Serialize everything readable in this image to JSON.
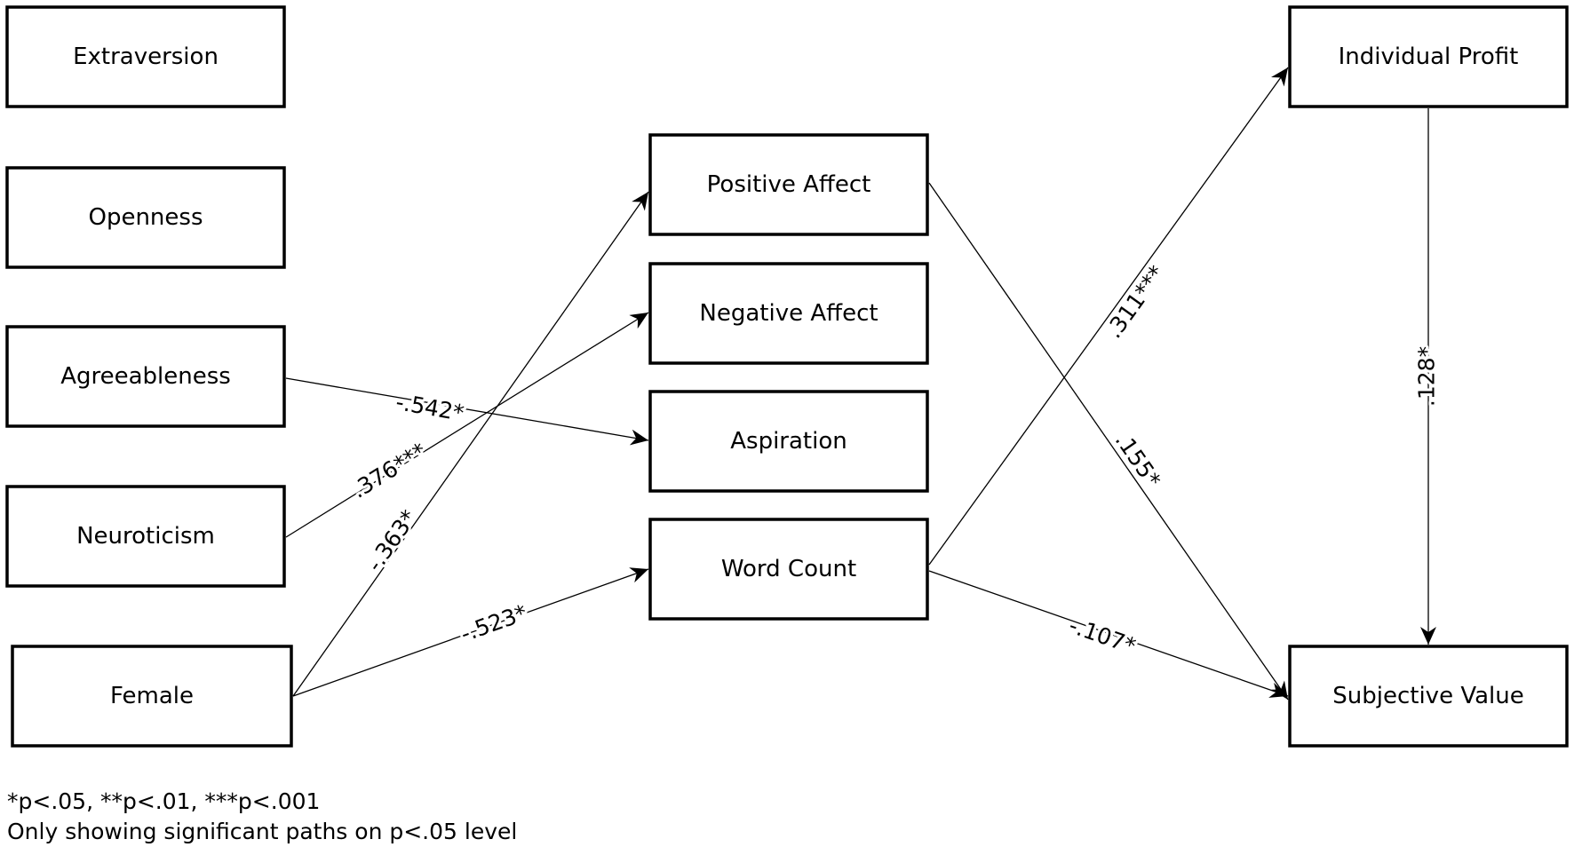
{
  "nodes": [
    {
      "id": "extraversion",
      "label": "Extraversion"
    },
    {
      "id": "openness",
      "label": "Openness"
    },
    {
      "id": "agreeableness",
      "label": "Agreeableness"
    },
    {
      "id": "neuroticism",
      "label": "Neuroticism"
    },
    {
      "id": "female",
      "label": "Female"
    },
    {
      "id": "positive_affect",
      "label": "Positive Affect"
    },
    {
      "id": "negative_affect",
      "label": "Negative Affect"
    },
    {
      "id": "aspiration",
      "label": "Aspiration"
    },
    {
      "id": "word_count",
      "label": "Word Count"
    },
    {
      "id": "individual_profit",
      "label": "Individual Profit"
    },
    {
      "id": "subjective_value",
      "label": "Subjective Value"
    }
  ],
  "edges": [
    {
      "id": "agreeableness-aspiration",
      "from": "agreeableness",
      "to": "aspiration",
      "label": "-.542*"
    },
    {
      "id": "neuroticism-negative_affect",
      "from": "neuroticism",
      "to": "negative_affect",
      "label": ".376***"
    },
    {
      "id": "female-positive_affect",
      "from": "female",
      "to": "positive_affect",
      "label": "-.363*"
    },
    {
      "id": "female-word_count",
      "from": "female",
      "to": "word_count",
      "label": "-.523*"
    },
    {
      "id": "word_count-individual_profit",
      "from": "word_count",
      "to": "individual_profit",
      "label": ".311***"
    },
    {
      "id": "positive_affect-subjective_value",
      "from": "positive_affect",
      "to": "subjective_value",
      "label": ".155*"
    },
    {
      "id": "word_count-subjective_value",
      "from": "word_count",
      "to": "subjective_value",
      "label": "-.107*"
    },
    {
      "id": "individual_profit-subjective_value",
      "from": "individual_profit",
      "to": "subjective_value",
      "label": ".128*"
    }
  ],
  "footnotes": {
    "significance": "*p<.05, **p<.01, ***p<.001",
    "note": "Only showing significant paths on p<.05 level"
  }
}
